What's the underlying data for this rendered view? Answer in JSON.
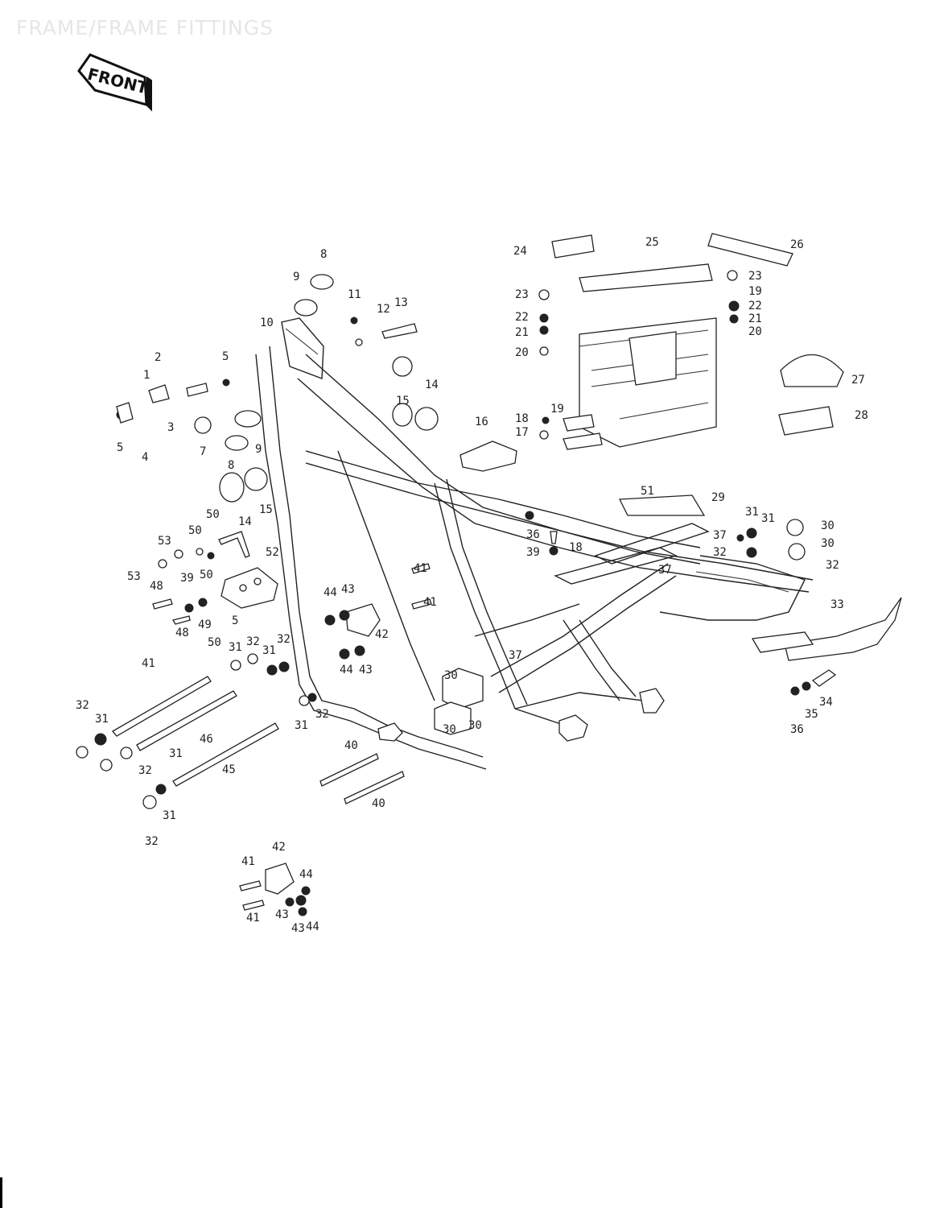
{
  "page": {
    "title": "FRAME/FRAME FITTINGS",
    "front_marker": "FRONT"
  },
  "labels": [
    {
      "id": "l1",
      "text": "1"
    },
    {
      "id": "l2",
      "text": "2"
    },
    {
      "id": "l3",
      "text": "3"
    },
    {
      "id": "l4",
      "text": "4"
    },
    {
      "id": "l5a",
      "text": "5"
    },
    {
      "id": "l5b",
      "text": "5"
    },
    {
      "id": "l5c",
      "text": "5"
    },
    {
      "id": "l7",
      "text": "7"
    },
    {
      "id": "l8a",
      "text": "8"
    },
    {
      "id": "l8b",
      "text": "8"
    },
    {
      "id": "l9a",
      "text": "9"
    },
    {
      "id": "l9b",
      "text": "9"
    },
    {
      "id": "l10",
      "text": "10"
    },
    {
      "id": "l11",
      "text": "11"
    },
    {
      "id": "l12",
      "text": "12"
    },
    {
      "id": "l13",
      "text": "13"
    },
    {
      "id": "l14a",
      "text": "14"
    },
    {
      "id": "l14b",
      "text": "14"
    },
    {
      "id": "l15a",
      "text": "15"
    },
    {
      "id": "l15b",
      "text": "15"
    },
    {
      "id": "l16",
      "text": "16"
    },
    {
      "id": "l17",
      "text": "17"
    },
    {
      "id": "l18",
      "text": "18"
    },
    {
      "id": "l18b",
      "text": "18"
    },
    {
      "id": "l19",
      "text": "19"
    },
    {
      "id": "l19b",
      "text": "19"
    },
    {
      "id": "l20a",
      "text": "20"
    },
    {
      "id": "l20b",
      "text": "20"
    },
    {
      "id": "l21a",
      "text": "21"
    },
    {
      "id": "l21b",
      "text": "21"
    },
    {
      "id": "l22a",
      "text": "22"
    },
    {
      "id": "l22b",
      "text": "22"
    },
    {
      "id": "l23a",
      "text": "23"
    },
    {
      "id": "l23b",
      "text": "23"
    },
    {
      "id": "l24",
      "text": "24"
    },
    {
      "id": "l25",
      "text": "25"
    },
    {
      "id": "l26",
      "text": "26"
    },
    {
      "id": "l27",
      "text": "27"
    },
    {
      "id": "l28",
      "text": "28"
    },
    {
      "id": "l29",
      "text": "29"
    },
    {
      "id": "l30a",
      "text": "30"
    },
    {
      "id": "l30b",
      "text": "30"
    },
    {
      "id": "l30c",
      "text": "30"
    },
    {
      "id": "l30d",
      "text": "30"
    },
    {
      "id": "l30e",
      "text": "30"
    },
    {
      "id": "l31a",
      "text": "31"
    },
    {
      "id": "l31b",
      "text": "31"
    },
    {
      "id": "l31c",
      "text": "31"
    },
    {
      "id": "l31d",
      "text": "31"
    },
    {
      "id": "l31e",
      "text": "31"
    },
    {
      "id": "l31f",
      "text": "31"
    },
    {
      "id": "l31g",
      "text": "31"
    },
    {
      "id": "l31h",
      "text": "31"
    },
    {
      "id": "l32a",
      "text": "32"
    },
    {
      "id": "l32b",
      "text": "32"
    },
    {
      "id": "l32c",
      "text": "32"
    },
    {
      "id": "l32d",
      "text": "32"
    },
    {
      "id": "l32e",
      "text": "32"
    },
    {
      "id": "l32f",
      "text": "32"
    },
    {
      "id": "l32g",
      "text": "32"
    },
    {
      "id": "l32h",
      "text": "32"
    },
    {
      "id": "l33",
      "text": "33"
    },
    {
      "id": "l34",
      "text": "34"
    },
    {
      "id": "l35",
      "text": "35"
    },
    {
      "id": "l36a",
      "text": "36"
    },
    {
      "id": "l36b",
      "text": "36"
    },
    {
      "id": "l37a",
      "text": "37"
    },
    {
      "id": "l37b",
      "text": "37"
    },
    {
      "id": "l37c",
      "text": "37"
    },
    {
      "id": "l39",
      "text": "39"
    },
    {
      "id": "l39b",
      "text": "39"
    },
    {
      "id": "l40a",
      "text": "40"
    },
    {
      "id": "l40b",
      "text": "40"
    },
    {
      "id": "l41a",
      "text": "41"
    },
    {
      "id": "l41b",
      "text": "41"
    },
    {
      "id": "l41c",
      "text": "41"
    },
    {
      "id": "l41d",
      "text": "41"
    },
    {
      "id": "l41e",
      "text": "41"
    },
    {
      "id": "l42a",
      "text": "42"
    },
    {
      "id": "l42b",
      "text": "42"
    },
    {
      "id": "l43a",
      "text": "43"
    },
    {
      "id": "l43b",
      "text": "43"
    },
    {
      "id": "l43c",
      "text": "43"
    },
    {
      "id": "l43d",
      "text": "43"
    },
    {
      "id": "l44a",
      "text": "44"
    },
    {
      "id": "l44b",
      "text": "44"
    },
    {
      "id": "l44c",
      "text": "44"
    },
    {
      "id": "l44d",
      "text": "44"
    },
    {
      "id": "l45",
      "text": "45"
    },
    {
      "id": "l46",
      "text": "46"
    },
    {
      "id": "l48a",
      "text": "48"
    },
    {
      "id": "l48b",
      "text": "48"
    },
    {
      "id": "l49",
      "text": "49"
    },
    {
      "id": "l50a",
      "text": "50"
    },
    {
      "id": "l50b",
      "text": "50"
    },
    {
      "id": "l50c",
      "text": "50"
    },
    {
      "id": "l50d",
      "text": "50"
    },
    {
      "id": "l51",
      "text": "51"
    },
    {
      "id": "l52",
      "text": "52"
    },
    {
      "id": "l53a",
      "text": "53"
    },
    {
      "id": "l53b",
      "text": "53"
    }
  ]
}
